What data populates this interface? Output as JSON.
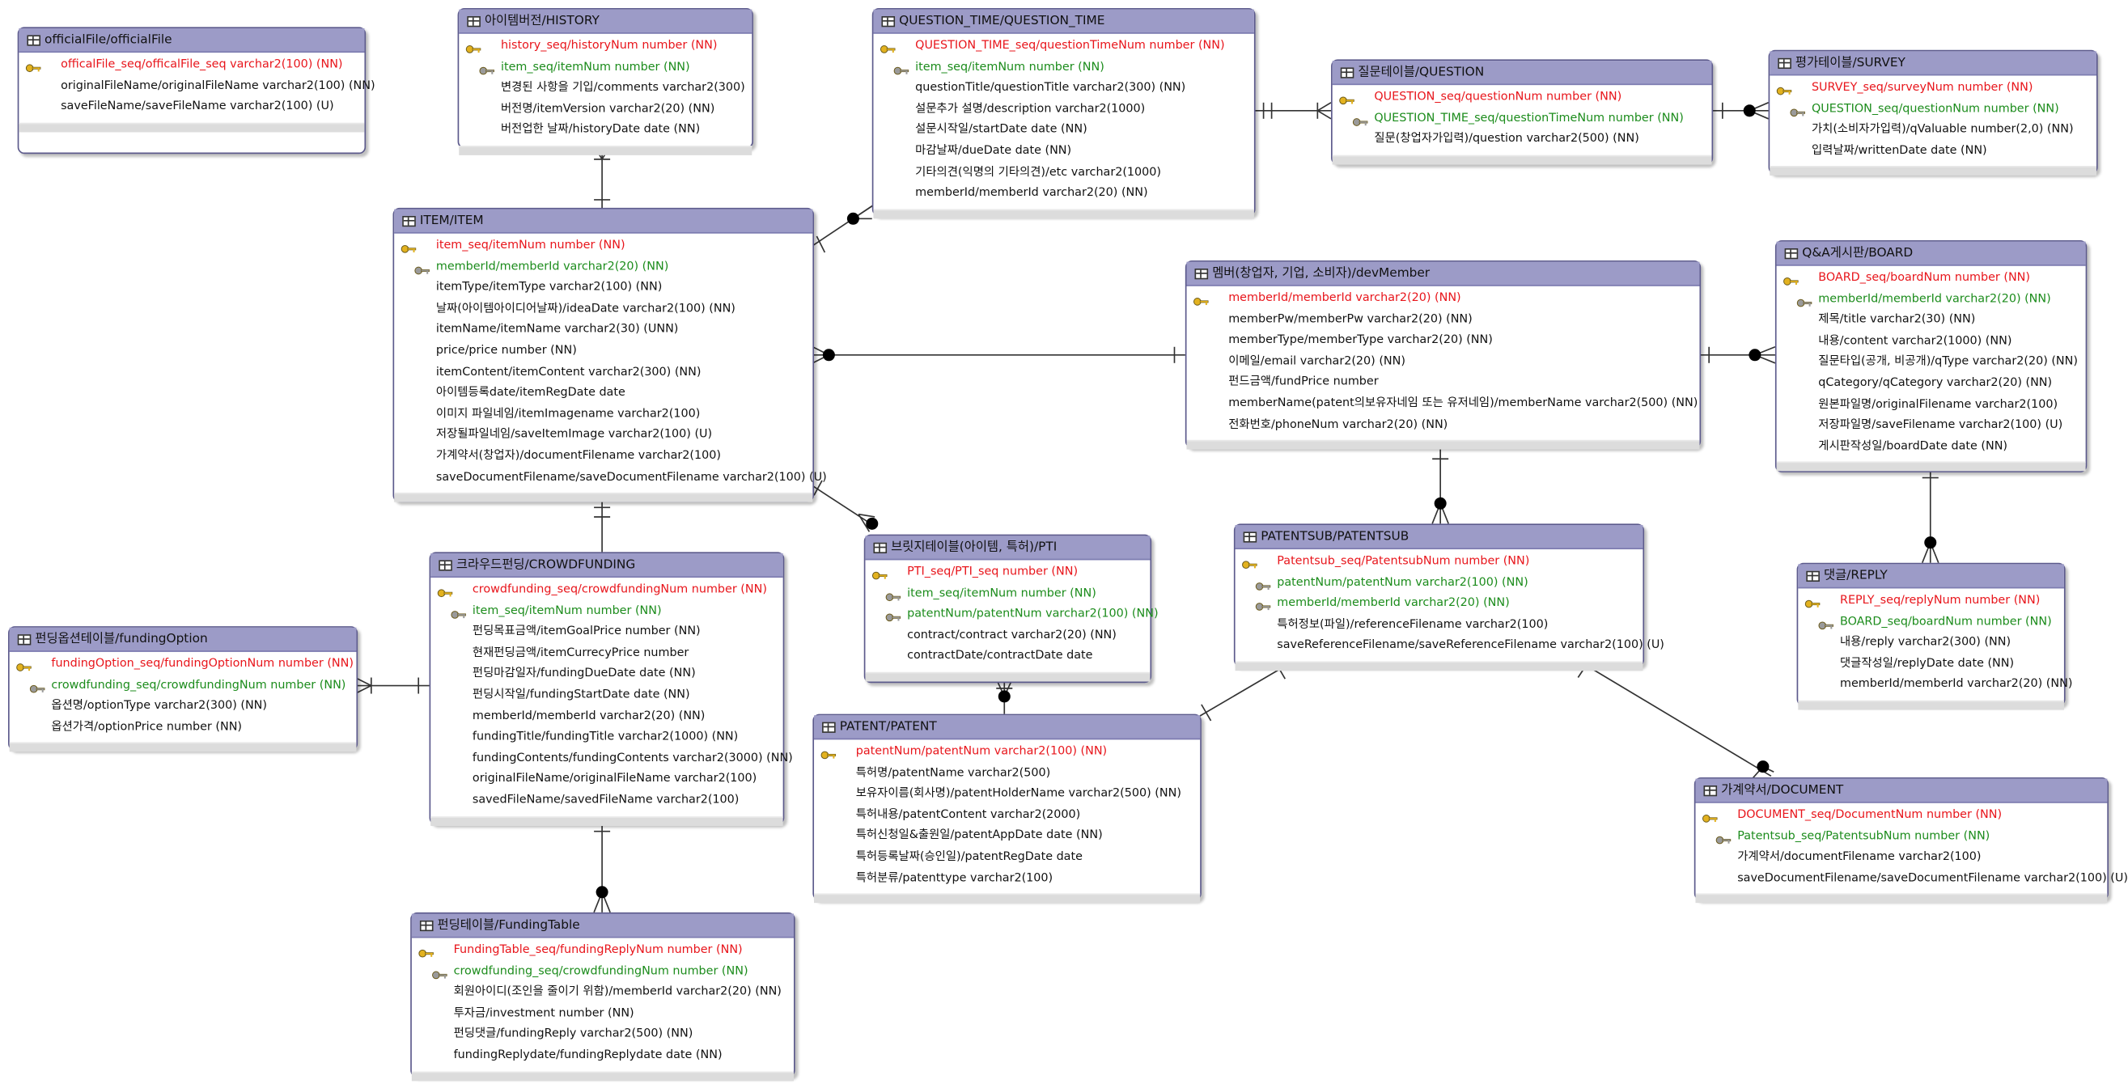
{
  "colors": {
    "header": "#9c9bc7",
    "pk": "#e8151b",
    "fk": "#1c8c1c",
    "border": "#5c5a8c"
  },
  "entities": {
    "officialFile": {
      "title": "officialFile/officialFile",
      "rows": [
        {
          "text": "officalFile_seq/officalFile_seq varchar2(100) (NN)",
          "kind": "pk"
        },
        {
          "text": "originalFileName/originalFileName varchar2(100) (NN)",
          "kind": ""
        },
        {
          "text": "saveFileName/saveFileName varchar2(100) (U)",
          "kind": ""
        }
      ]
    },
    "history": {
      "title": "아이템버전/HISTORY",
      "rows": [
        {
          "text": "history_seq/historyNum number (NN)",
          "kind": "pk"
        },
        {
          "text": "item_seq/itemNum number (NN)",
          "kind": "fk"
        },
        {
          "text": "변경된 사항을 기입/comments varchar2(300)",
          "kind": ""
        },
        {
          "text": "버전명/itemVersion varchar2(20) (NN)",
          "kind": ""
        },
        {
          "text": "버전업한 날짜/historyDate date (NN)",
          "kind": ""
        }
      ]
    },
    "questionTime": {
      "title": "QUESTION_TIME/QUESTION_TIME",
      "rows": [
        {
          "text": "QUESTION_TIME_seq/questionTimeNum number (NN)",
          "kind": "pk"
        },
        {
          "text": "item_seq/itemNum number (NN)",
          "kind": "fk"
        },
        {
          "text": "questionTitle/questionTitle varchar2(300) (NN)",
          "kind": ""
        },
        {
          "text": "설문추가 설명/description varchar2(1000)",
          "kind": ""
        },
        {
          "text": "설문시작일/startDate date (NN)",
          "kind": ""
        },
        {
          "text": "마감날짜/dueDate date (NN)",
          "kind": ""
        },
        {
          "text": "기타의견(익명의 기타의견)/etc varchar2(1000)",
          "kind": ""
        },
        {
          "text": "memberId/memberId varchar2(20) (NN)",
          "kind": ""
        }
      ]
    },
    "question": {
      "title": "질문테이블/QUESTION",
      "rows": [
        {
          "text": "QUESTION_seq/questionNum number (NN)",
          "kind": "pk"
        },
        {
          "text": "QUESTION_TIME_seq/questionTimeNum number (NN)",
          "kind": "fk"
        },
        {
          "text": "질문(창업자가입력)/question varchar2(500) (NN)",
          "kind": ""
        }
      ]
    },
    "survey": {
      "title": "평가테이블/SURVEY",
      "rows": [
        {
          "text": "SURVEY_seq/surveyNum number (NN)",
          "kind": "pk"
        },
        {
          "text": "QUESTION_seq/questionNum number (NN)",
          "kind": "fk"
        },
        {
          "text": "가치(소비자가입력)/qValuable number(2,0) (NN)",
          "kind": ""
        },
        {
          "text": "입력날짜/writtenDate date (NN)",
          "kind": ""
        }
      ]
    },
    "item": {
      "title": "ITEM/ITEM",
      "rows": [
        {
          "text": "item_seq/itemNum number (NN)",
          "kind": "pk"
        },
        {
          "text": "memberId/memberId varchar2(20) (NN)",
          "kind": "fk"
        },
        {
          "text": "itemType/itemType varchar2(100) (NN)",
          "kind": ""
        },
        {
          "text": "날짜(아이템아이디어날짜)/ideaDate varchar2(100) (NN)",
          "kind": ""
        },
        {
          "text": "itemName/itemName varchar2(30) (UNN)",
          "kind": ""
        },
        {
          "text": "price/price number (NN)",
          "kind": ""
        },
        {
          "text": "itemContent/itemContent varchar2(300) (NN)",
          "kind": ""
        },
        {
          "text": "아이템등록date/itemRegDate date",
          "kind": ""
        },
        {
          "text": "이미지 파일네임/itemImagename varchar2(100)",
          "kind": ""
        },
        {
          "text": "저장될파일네임/saveItemImage varchar2(100) (U)",
          "kind": ""
        },
        {
          "text": "가계약서(창업자)/documentFilename varchar2(100)",
          "kind": ""
        },
        {
          "text": "saveDocumentFilename/saveDocumentFilename varchar2(100) (U)",
          "kind": ""
        }
      ]
    },
    "devMember": {
      "title": "멤버(창업자, 기업, 소비자)/devMember",
      "rows": [
        {
          "text": "memberId/memberId varchar2(20) (NN)",
          "kind": "pk"
        },
        {
          "text": "memberPw/memberPw varchar2(20) (NN)",
          "kind": ""
        },
        {
          "text": "memberType/memberType varchar2(20) (NN)",
          "kind": ""
        },
        {
          "text": "이메일/email varchar2(20) (NN)",
          "kind": ""
        },
        {
          "text": "펀드금액/fundPrice number",
          "kind": ""
        },
        {
          "text": "memberName(patent의보유자네임 또는 유저네임)/memberName varchar2(500) (NN)",
          "kind": ""
        },
        {
          "text": "전화번호/phoneNum varchar2(20) (NN)",
          "kind": ""
        }
      ]
    },
    "board": {
      "title": "Q&A게시판/BOARD",
      "rows": [
        {
          "text": "BOARD_seq/boardNum number (NN)",
          "kind": "pk"
        },
        {
          "text": "memberId/memberId varchar2(20) (NN)",
          "kind": "fk"
        },
        {
          "text": "제목/title varchar2(30) (NN)",
          "kind": ""
        },
        {
          "text": "내용/content varchar2(1000) (NN)",
          "kind": ""
        },
        {
          "text": "질문타입(공개, 비공개)/qType varchar2(20) (NN)",
          "kind": ""
        },
        {
          "text": "qCategory/qCategory varchar2(20) (NN)",
          "kind": ""
        },
        {
          "text": "원본파일명/originalFilename varchar2(100)",
          "kind": ""
        },
        {
          "text": "저장파일명/saveFilename varchar2(100) (U)",
          "kind": ""
        },
        {
          "text": "게시판작성일/boardDate date (NN)",
          "kind": ""
        }
      ]
    },
    "fundingOption": {
      "title": "펀딩옵션테이블/fundingOption",
      "rows": [
        {
          "text": "fundingOption_seq/fundingOptionNum number (NN)",
          "kind": "pk"
        },
        {
          "text": "crowdfunding_seq/crowdfundingNum number (NN)",
          "kind": "fk"
        },
        {
          "text": "옵션명/optionType varchar2(300) (NN)",
          "kind": ""
        },
        {
          "text": "옵션가격/optionPrice number (NN)",
          "kind": ""
        }
      ]
    },
    "crowdfunding": {
      "title": "크라우드펀딩/CROWDFUNDING",
      "rows": [
        {
          "text": "crowdfunding_seq/crowdfundingNum number (NN)",
          "kind": "pk"
        },
        {
          "text": "item_seq/itemNum number (NN)",
          "kind": "fk"
        },
        {
          "text": "펀딩목표금액/itemGoalPrice number (NN)",
          "kind": ""
        },
        {
          "text": "현재펀딩금액/itemCurrecyPrice number",
          "kind": ""
        },
        {
          "text": "펀딩마감일자/fundingDueDate date (NN)",
          "kind": ""
        },
        {
          "text": "펀딩시작일/fundingStartDate date (NN)",
          "kind": ""
        },
        {
          "text": "memberId/memberId varchar2(20) (NN)",
          "kind": ""
        },
        {
          "text": "fundingTitle/fundingTitle varchar2(1000) (NN)",
          "kind": ""
        },
        {
          "text": "fundingContents/fundingContents varchar2(3000) (NN)",
          "kind": ""
        },
        {
          "text": "originalFileName/originalFileName varchar2(100)",
          "kind": ""
        },
        {
          "text": "savedFileName/savedFileName varchar2(100)",
          "kind": ""
        }
      ]
    },
    "pti": {
      "title": "브릿지테이블(아이템, 특허)/PTI",
      "rows": [
        {
          "text": "PTI_seq/PTI_seq number (NN)",
          "kind": "pk"
        },
        {
          "text": "item_seq/itemNum number (NN)",
          "kind": "fk"
        },
        {
          "text": "patentNum/patentNum varchar2(100) (NN)",
          "kind": "fk"
        },
        {
          "text": "contract/contract varchar2(20) (NN)",
          "kind": ""
        },
        {
          "text": "contractDate/contractDate date",
          "kind": ""
        }
      ]
    },
    "patentSub": {
      "title": "PATENTSUB/PATENTSUB",
      "rows": [
        {
          "text": "Patentsub_seq/PatentsubNum number (NN)",
          "kind": "pk"
        },
        {
          "text": "patentNum/patentNum varchar2(100) (NN)",
          "kind": "fk"
        },
        {
          "text": "memberId/memberId varchar2(20) (NN)",
          "kind": "fk"
        },
        {
          "text": "특허정보(파일)/referenceFilename varchar2(100)",
          "kind": ""
        },
        {
          "text": "saveReferenceFilename/saveReferenceFilename varchar2(100) (U)",
          "kind": ""
        }
      ]
    },
    "reply": {
      "title": "댓글/REPLY",
      "rows": [
        {
          "text": "REPLY_seq/replyNum number (NN)",
          "kind": "pk"
        },
        {
          "text": "BOARD_seq/boardNum number (NN)",
          "kind": "fk"
        },
        {
          "text": "내용/reply varchar2(300) (NN)",
          "kind": ""
        },
        {
          "text": "댓글작성일/replyDate date (NN)",
          "kind": ""
        },
        {
          "text": "memberId/memberId varchar2(20) (NN)",
          "kind": ""
        }
      ]
    },
    "patent": {
      "title": "PATENT/PATENT",
      "rows": [
        {
          "text": "patentNum/patentNum varchar2(100) (NN)",
          "kind": "pk"
        },
        {
          "text": "특허명/patentName varchar2(500)",
          "kind": ""
        },
        {
          "text": "보유자이름(회사명)/patentHolderName varchar2(500) (NN)",
          "kind": ""
        },
        {
          "text": "특허내용/patentContent varchar2(2000)",
          "kind": ""
        },
        {
          "text": "특허신청일&출원일/patentAppDate date (NN)",
          "kind": ""
        },
        {
          "text": "특허등록날짜(승인일)/patentRegDate date",
          "kind": ""
        },
        {
          "text": "특허분류/patenttype varchar2(100)",
          "kind": ""
        }
      ]
    },
    "document": {
      "title": "가계약서/DOCUMENT",
      "rows": [
        {
          "text": "DOCUMENT_seq/DocumentNum number (NN)",
          "kind": "pk"
        },
        {
          "text": "Patentsub_seq/PatentsubNum number (NN)",
          "kind": "fk"
        },
        {
          "text": "가계약서/documentFilename varchar2(100)",
          "kind": ""
        },
        {
          "text": "saveDocumentFilename/saveDocumentFilename varchar2(100) (U)",
          "kind": ""
        }
      ]
    },
    "fundingTable": {
      "title": "펀딩테이블/FundingTable",
      "rows": [
        {
          "text": "FundingTable_seq/fundingReplyNum number (NN)",
          "kind": "pk"
        },
        {
          "text": "crowdfunding_seq/crowdfundingNum number (NN)",
          "kind": "fk"
        },
        {
          "text": "회원아이디(조인을 줄이기 위함)/memberId varchar2(20) (NN)",
          "kind": ""
        },
        {
          "text": "투자금/investment number (NN)",
          "kind": ""
        },
        {
          "text": "펀딩댓글/fundingReply varchar2(500) (NN)",
          "kind": ""
        },
        {
          "text": "fundingReplydate/fundingReplydate date (NN)",
          "kind": ""
        }
      ]
    }
  }
}
